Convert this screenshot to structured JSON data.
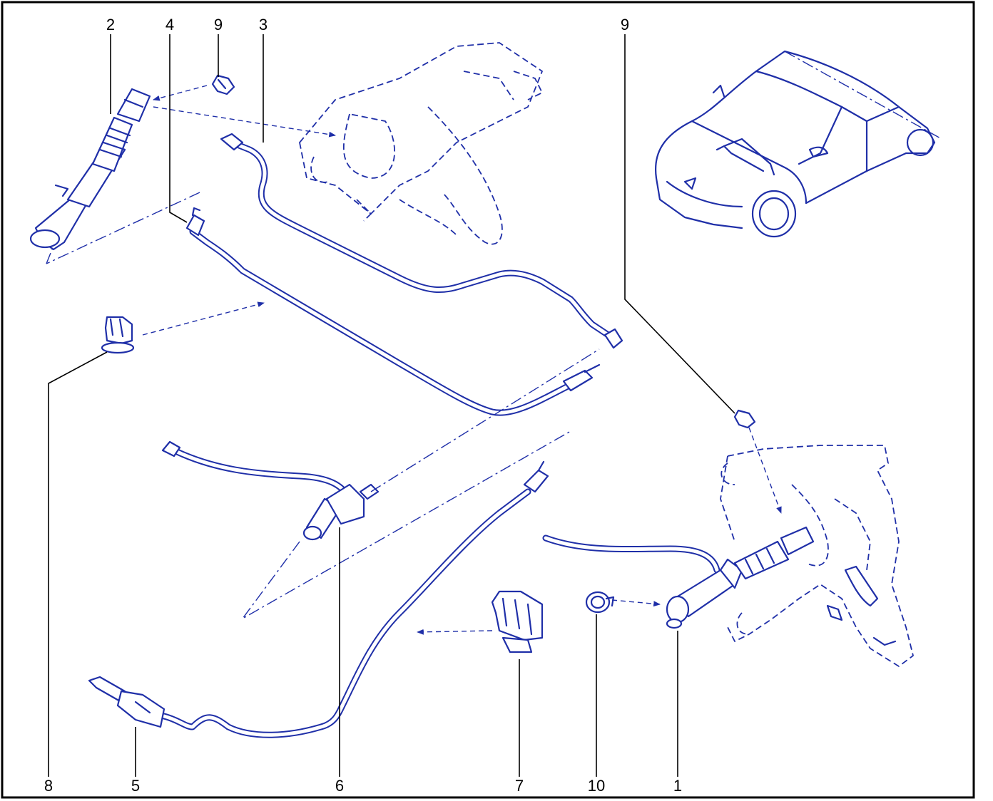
{
  "callouts": {
    "c1": "1",
    "c2": "2",
    "c3": "3",
    "c4": "4",
    "c5": "5",
    "c6": "6",
    "c7": "7",
    "c8": "8",
    "c9a": "9",
    "c9b": "9",
    "c10": "10"
  },
  "colors": {
    "line_art": "#1f2fa8",
    "labels": "#000000",
    "frame": "#000000"
  }
}
